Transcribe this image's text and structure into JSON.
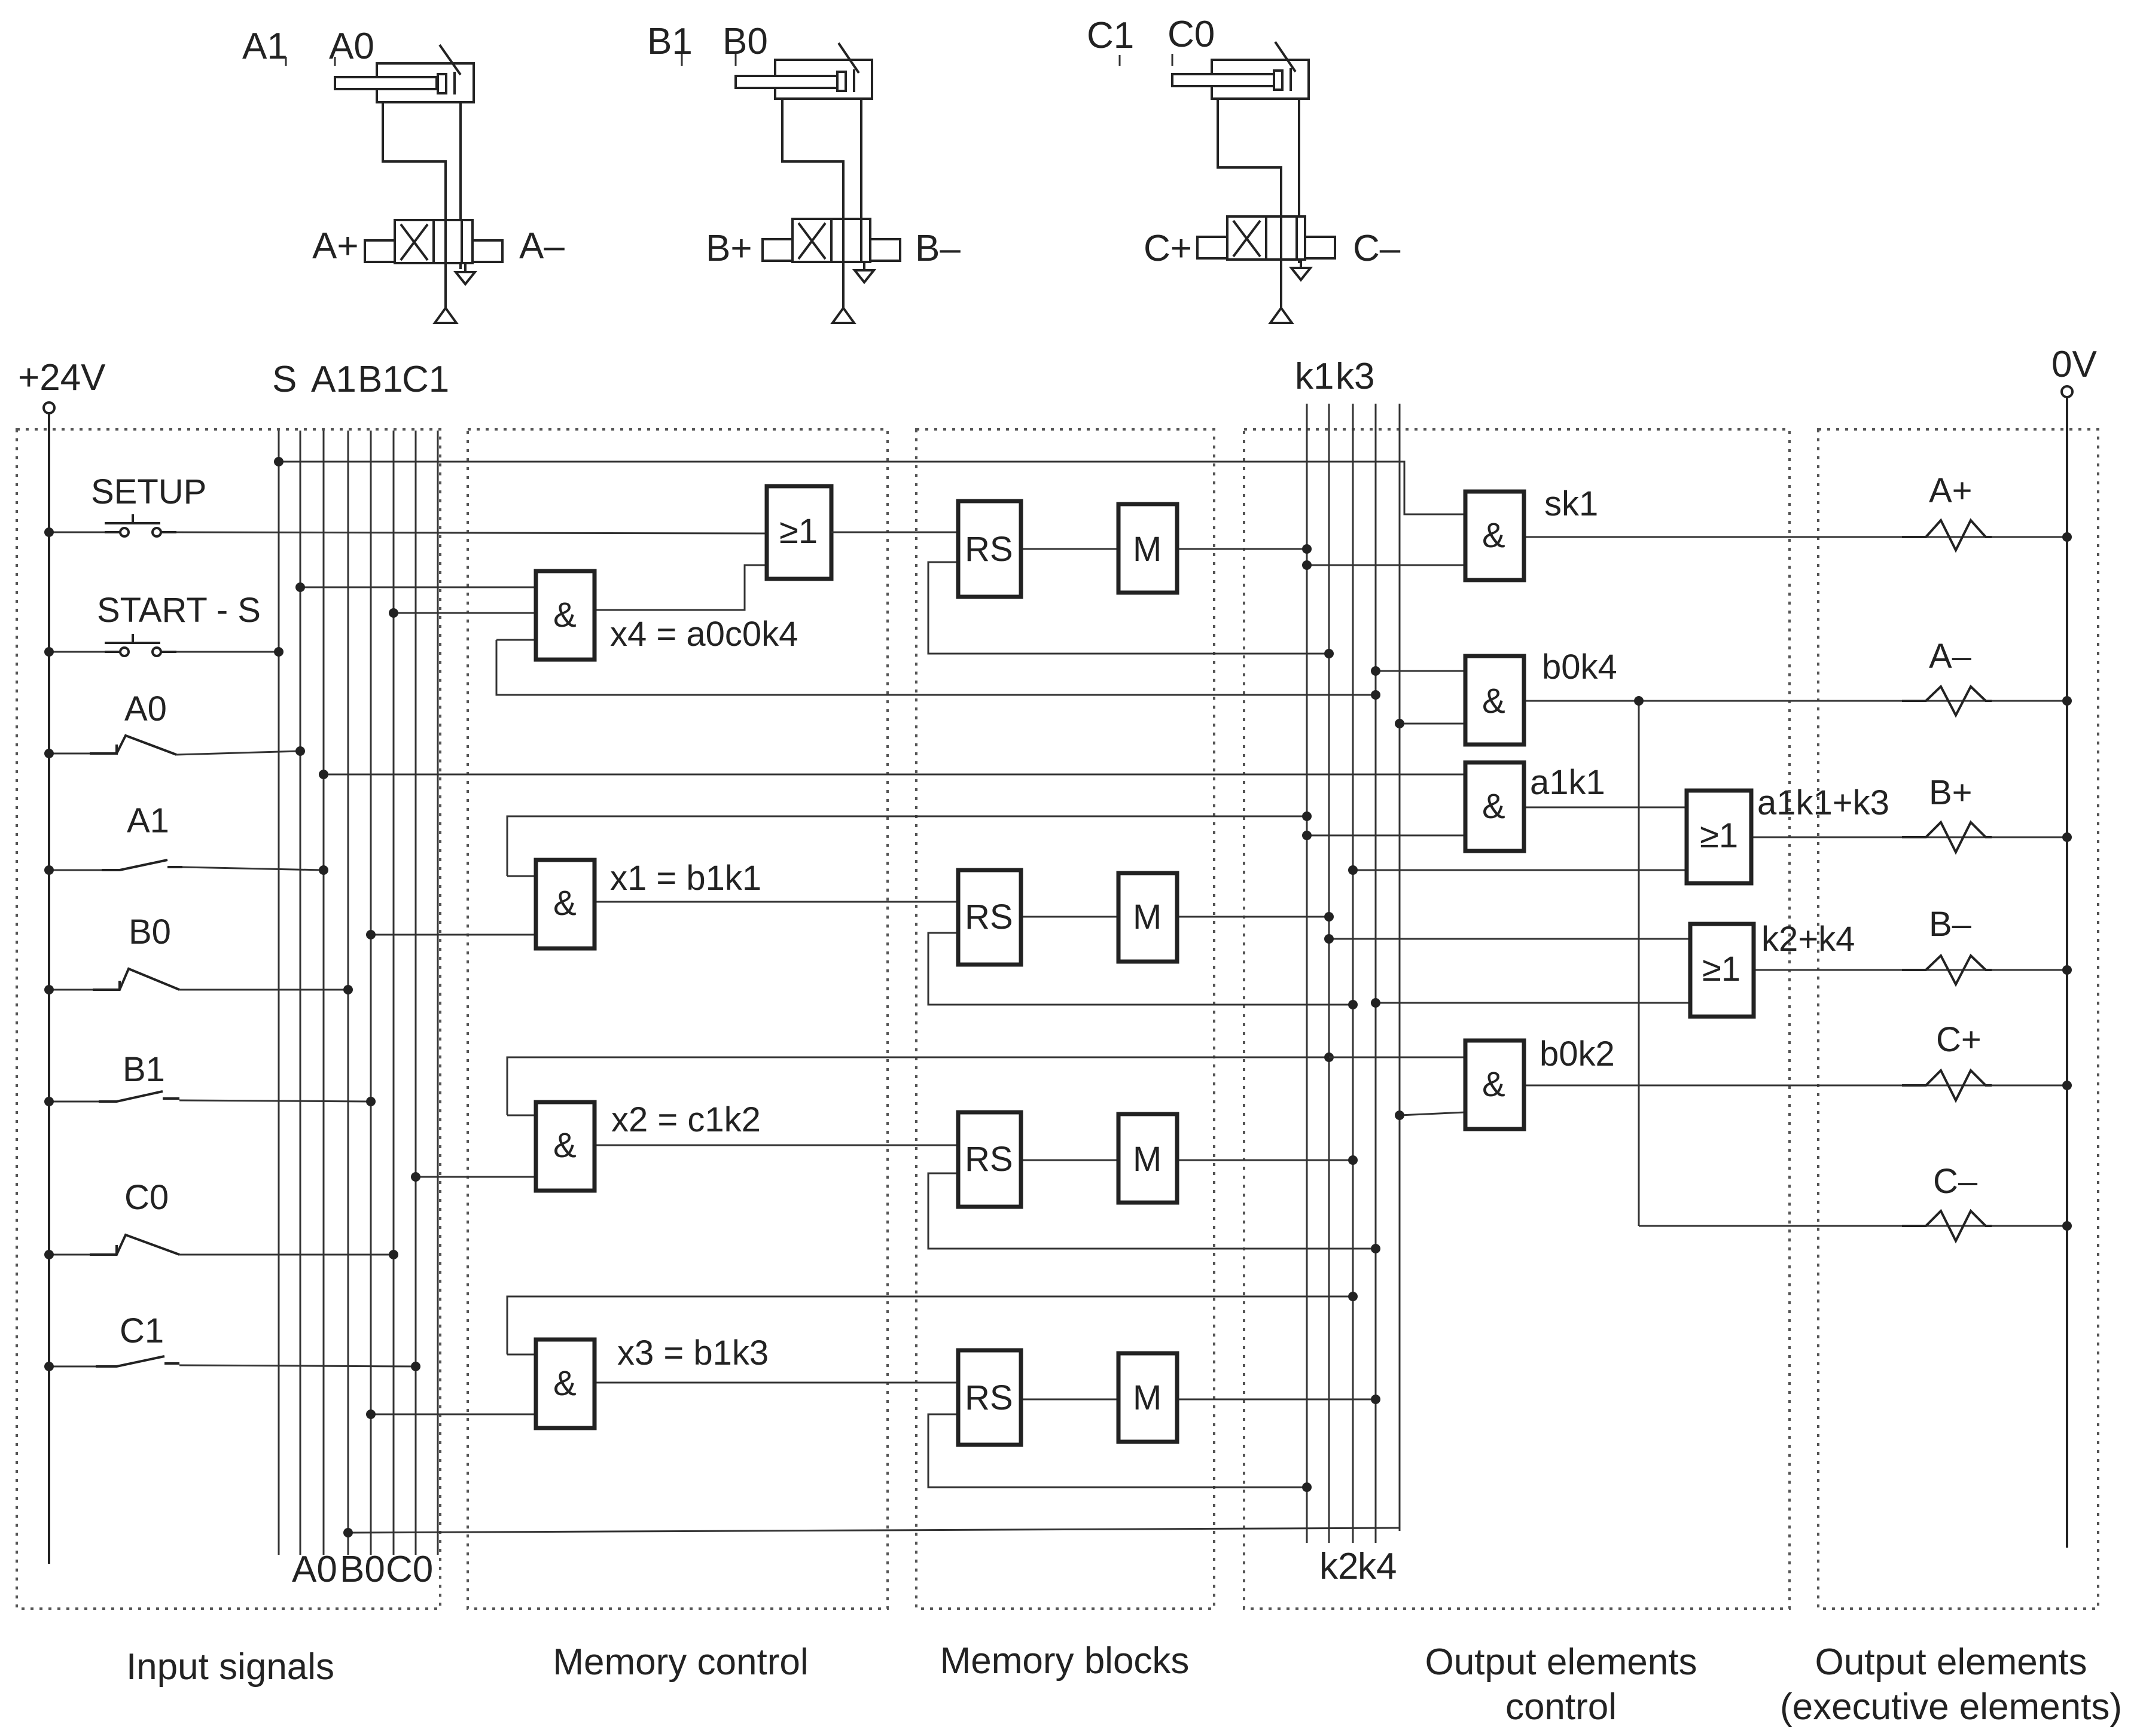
{
  "cylinders": {
    "a": {
      "label_1": "A1",
      "label_0": "A0",
      "plus": "A+",
      "minus": "A–"
    },
    "b": {
      "label_1": "B1",
      "label_0": "B0",
      "plus": "B+",
      "minus": "B–"
    },
    "c": {
      "label_1": "C1",
      "label_0": "C0",
      "plus": "C+",
      "minus": "C–"
    }
  },
  "rails": {
    "positive": "+24V",
    "ground": "0V",
    "top_signal_labels": [
      "S",
      "A1",
      "B1",
      "C1"
    ],
    "bottom_signal_labels": [
      "A0",
      "B0",
      "C0"
    ],
    "k_top_labels": [
      "k1",
      "k3"
    ],
    "k_bottom_labels": [
      "k2",
      "k4"
    ]
  },
  "inputs": [
    "SETUP",
    "START - S",
    "A0",
    "A1",
    "B0",
    "B1",
    "C0",
    "C1"
  ],
  "memory_control": {
    "x4": "x4 = a0c0k4",
    "x1": "x1 = b1k1",
    "x2": "x2 = c1k2",
    "x3": "x3 = b1k3"
  },
  "gates": {
    "and": "&",
    "or": "≥1",
    "rs": "RS",
    "m": "M"
  },
  "output_logic": {
    "sk1": "sk1",
    "b0k4": "b0k4",
    "a1k1": "a1k1",
    "a1k1_k3": "a1k1+k3",
    "k2_k4": "k2+k4",
    "b0k2": "b0k2"
  },
  "outputs": [
    "A+",
    "A–",
    "B+",
    "B–",
    "C+",
    "C–"
  ],
  "sections": {
    "input_signals": "Input signals",
    "memory_control": "Memory control",
    "memory_blocks": "Memory blocks",
    "output_control_line1": "Output elements",
    "output_control_line2": "control",
    "output_exec_line1": "Output elements",
    "output_exec_line2": "(executive elements)"
  }
}
